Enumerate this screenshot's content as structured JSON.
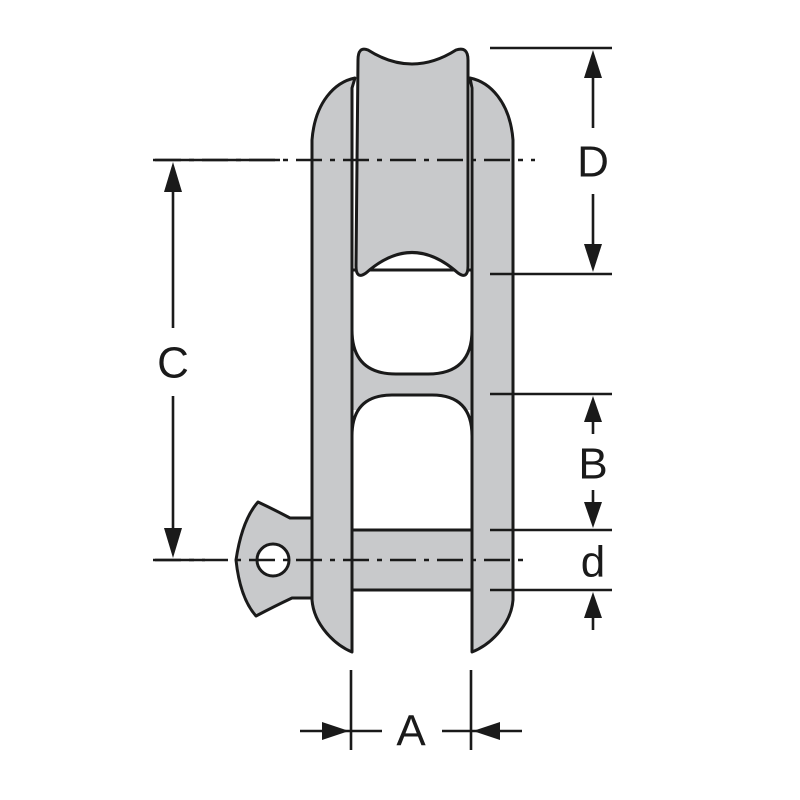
{
  "diagram": {
    "subject": "Shackle with sheave (pulley) — dimension drawing",
    "colors": {
      "body_fill": "#c8c9cb",
      "outline": "#1a1a1a",
      "background": "#ffffff"
    },
    "components": [
      {
        "id": "shackle-body",
        "label": "Shackle body with two windows"
      },
      {
        "id": "sheave",
        "label": "Grooved sheave (pulley)"
      },
      {
        "id": "pin",
        "label": "Cross pin"
      },
      {
        "id": "pin-head",
        "label": "Pin head with eye hole"
      }
    ],
    "dimensions": {
      "A": {
        "label": "A",
        "description": "Inner jaw width"
      },
      "B": {
        "label": "B",
        "description": "Lower window height"
      },
      "C": {
        "label": "C",
        "description": "Center-to-center distance (sheave axis to pin axis)"
      },
      "D": {
        "label": "D",
        "description": "Sheave/top section height"
      },
      "d": {
        "label": "d",
        "description": "Pin diameter"
      }
    }
  }
}
